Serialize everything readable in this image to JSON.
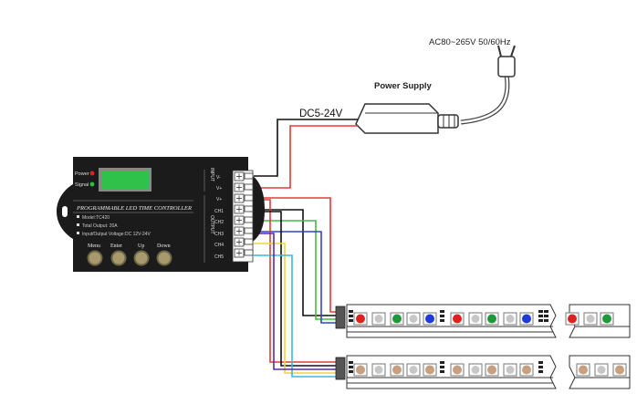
{
  "labels": {
    "ac_input": "AC80~265V 50/60Hz",
    "power_supply": "Power Supply",
    "dc_output": "DC5-24V"
  },
  "controller": {
    "title": "PROGRAMMABLE LED TIME CONTROLLER",
    "indicators": [
      "Power",
      "Signal"
    ],
    "specs": [
      "Model:TC420",
      "Total Output: 20A",
      "Input/Output Voltage:DC 12V-24V"
    ],
    "buttons": [
      "Menu",
      "Enter",
      "Up",
      "Down"
    ],
    "input_group_label": "INPUT",
    "output_group_label": "OUTPUT",
    "input_terminals": [
      "V-",
      "V+"
    ],
    "output_terminals": [
      "V+",
      "CH1",
      "CH2",
      "CH3",
      "CH4",
      "CH5"
    ],
    "screen_color": "#2fc24a"
  },
  "wire_colors": {
    "black": "#111111",
    "red": "#e23a3a",
    "green": "#3fbf3f",
    "blue": "#2a46d6",
    "purple": "#5a2aa8",
    "yellow": "#f2d23a",
    "cyan": "#3ab8e0",
    "grey": "#9aa0a8"
  },
  "led_colors": {
    "red": "#e02020",
    "green": "#1f9a3a",
    "blue": "#1e3ad8",
    "warm": "#c8a080"
  }
}
